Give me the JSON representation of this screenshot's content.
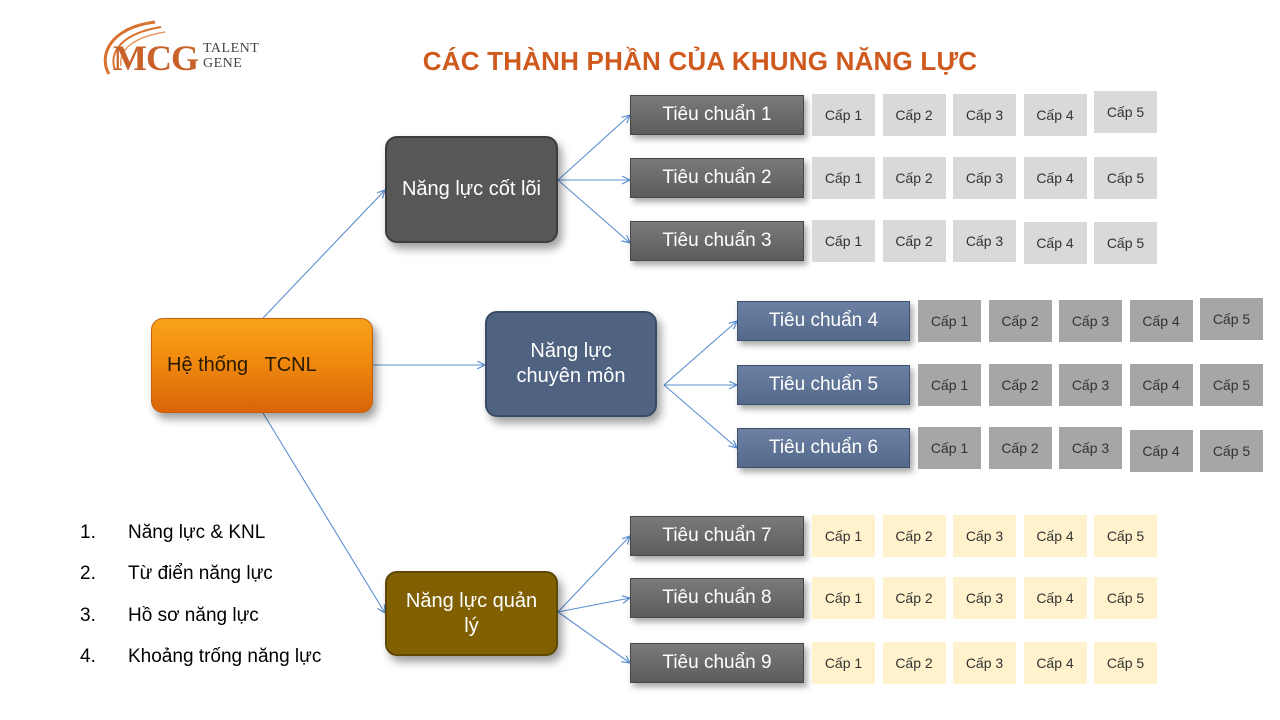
{
  "logo": {
    "brand": "MCG",
    "tagline_line1": "TALENT",
    "tagline_line2": "GENE"
  },
  "title": "CÁC THÀNH PHẦN CỦA KHUNG NĂNG LỰC",
  "root": {
    "label": "Hệ thống   TCNL"
  },
  "groups": {
    "core": {
      "label": "Năng lực cốt lõi",
      "standards": [
        {
          "label": "Tiêu chuẩn 1",
          "levels": [
            "Cấp 1",
            "Cấp 2",
            "Cấp 3",
            "Cấp 4",
            "Cấp 5"
          ]
        },
        {
          "label": "Tiêu chuẩn 2",
          "levels": [
            "Cấp 1",
            "Cấp 2",
            "Cấp 3",
            "Cấp 4",
            "Cấp 5"
          ]
        },
        {
          "label": "Tiêu chuẩn 3",
          "levels": [
            "Cấp 1",
            "Cấp 2",
            "Cấp 3",
            "Cấp 4",
            "Cấp 5"
          ]
        }
      ]
    },
    "professional": {
      "label": "Năng lực chuyên môn",
      "standards": [
        {
          "label": "Tiêu chuẩn 4",
          "levels": [
            "Cấp 1",
            "Cấp 2",
            "Cấp 3",
            "Cấp 4",
            "Cấp 5"
          ]
        },
        {
          "label": "Tiêu chuẩn 5",
          "levels": [
            "Cấp 1",
            "Cấp 2",
            "Cấp 3",
            "Cấp 4",
            "Cấp 5"
          ]
        },
        {
          "label": "Tiêu chuẩn 6",
          "levels": [
            "Cấp 1",
            "Cấp 2",
            "Cấp 3",
            "Cấp 4",
            "Cấp 5"
          ]
        }
      ]
    },
    "management": {
      "label": "Năng lực quản lý",
      "standards": [
        {
          "label": "Tiêu chuẩn 7",
          "levels": [
            "Cấp 1",
            "Cấp 2",
            "Cấp 3",
            "Cấp 4",
            "Cấp 5"
          ]
        },
        {
          "label": "Tiêu chuẩn 8",
          "levels": [
            "Cấp 1",
            "Cấp 2",
            "Cấp 3",
            "Cấp 4",
            "Cấp 5"
          ]
        },
        {
          "label": "Tiêu chuẩn 9",
          "levels": [
            "Cấp 1",
            "Cấp 2",
            "Cấp 3",
            "Cấp 4",
            "Cấp 5"
          ]
        }
      ]
    }
  },
  "list": [
    {
      "num": "1.",
      "text": "Năng lực & KNL"
    },
    {
      "num": "2.",
      "text": "Từ điển năng lực"
    },
    {
      "num": "3.",
      "text": "Hồ sơ năng lực"
    },
    {
      "num": "4.",
      "text": "Khoảng trống năng lực"
    }
  ],
  "colors": {
    "title": "#cf5a1d",
    "root": "#f08a0f",
    "core": "#575757",
    "professional": "#4f6381",
    "management": "#806000",
    "connector": "#5b8fd1",
    "level_core": "#d9d9d9",
    "level_professional": "#a6a6a6",
    "level_management": "#fff2cc"
  }
}
